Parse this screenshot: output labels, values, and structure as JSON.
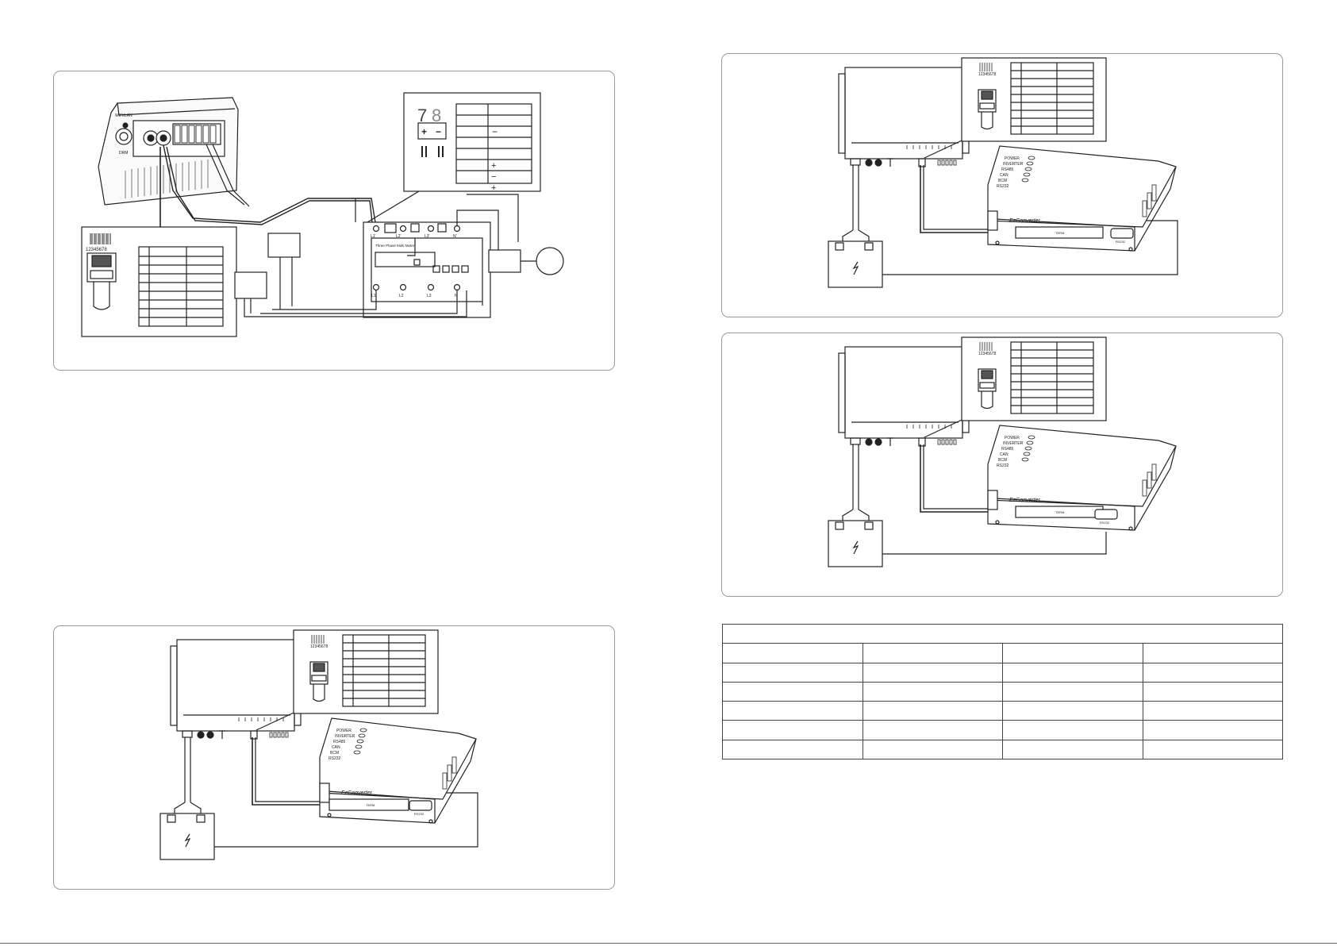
{
  "figure1": {
    "terminal_digits": [
      "7",
      "8"
    ],
    "polarity": [
      "+",
      "−"
    ],
    "pin_table_symbols": [
      "",
      "",
      "−",
      "",
      "+",
      "−",
      "+"
    ],
    "rj45_code": "12345678",
    "meter_title": "Three Phase Multi Meter",
    "meter_top_terminals": [
      "L1'",
      "L2'",
      "L3'",
      "N'"
    ],
    "meter_bottom_terminals": [
      "L1",
      "L2",
      "L3",
      "N"
    ],
    "inverter_labels": [
      "WIFI/LAN",
      "DRM"
    ]
  },
  "converter": {
    "brand": "EzConverter",
    "leds": [
      "POWER",
      "INVERTER",
      "RS485",
      "CAN",
      "BCM",
      "RS232"
    ],
    "port_label": "TERM",
    "db9_label": "RS232",
    "rj45_code": "12345678"
  },
  "bottom_table": {
    "columns": 4,
    "rows": 7
  },
  "colors": {
    "panel_border": "#9a9a9a",
    "line": "#222222",
    "background": "#ffffff"
  }
}
